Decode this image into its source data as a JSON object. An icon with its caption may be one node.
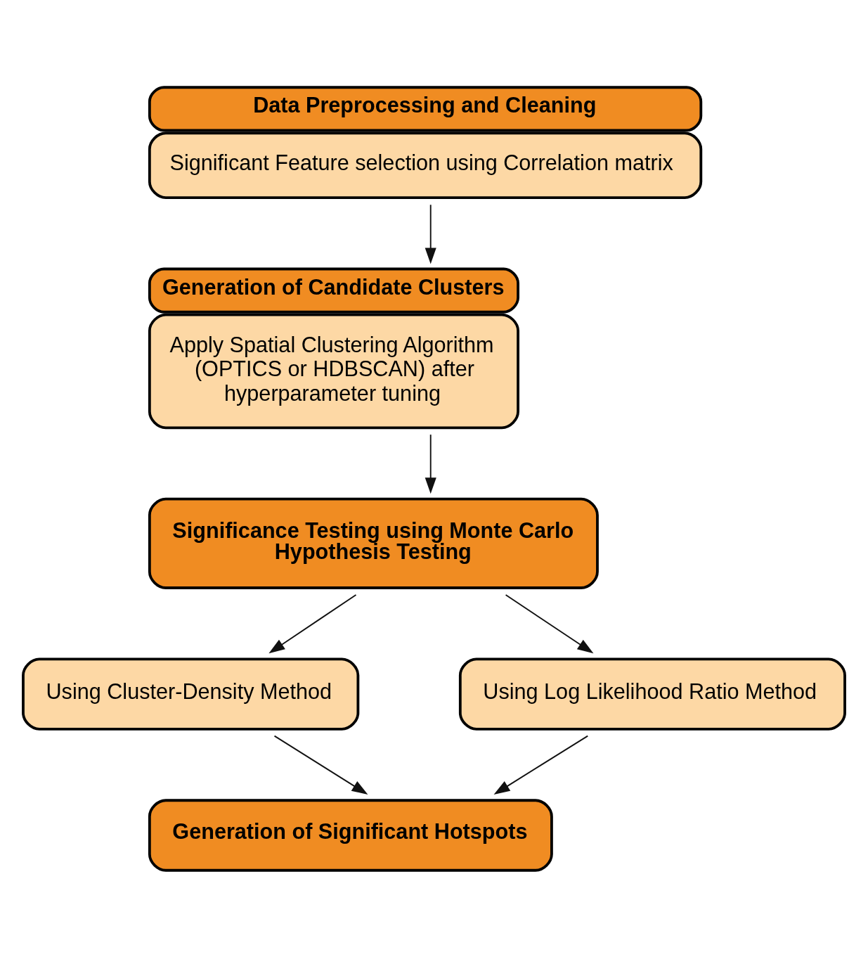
{
  "diagram": {
    "nodes": [
      {
        "text": [
          "Data Preprocessing and Cleaning",
          "Significant Feature selection using Correlation matrix"
        ]
      },
      {
        "text": [
          "Generation of Candidate Clusters",
          "Apply Spatial Clustering Algorithm (OPTICS or HDBSCAN) after hyperparameter tuning"
        ]
      },
      {
        "text": [
          "Significance Testing using Monte Carlo Hypothesis Testing"
        ]
      },
      {
        "text": [
          "Using Cluster-Density Method"
        ]
      },
      {
        "text": [
          "Using Log Likelihood Ratio Method"
        ]
      },
      {
        "text": [
          "Generation of Significant Hotspots"
        ]
      }
    ],
    "edges": [
      {
        "from": 0,
        "to": 1,
        "arrow": "to"
      },
      {
        "from": 1,
        "to": 2,
        "arrow": "to"
      },
      {
        "from": 2,
        "to": 3,
        "arrow": "to"
      },
      {
        "from": 2,
        "to": 4,
        "arrow": "to"
      },
      {
        "from": 3,
        "to": 5,
        "arrow": "to"
      },
      {
        "from": 4,
        "to": 5,
        "arrow": "to"
      }
    ]
  }
}
